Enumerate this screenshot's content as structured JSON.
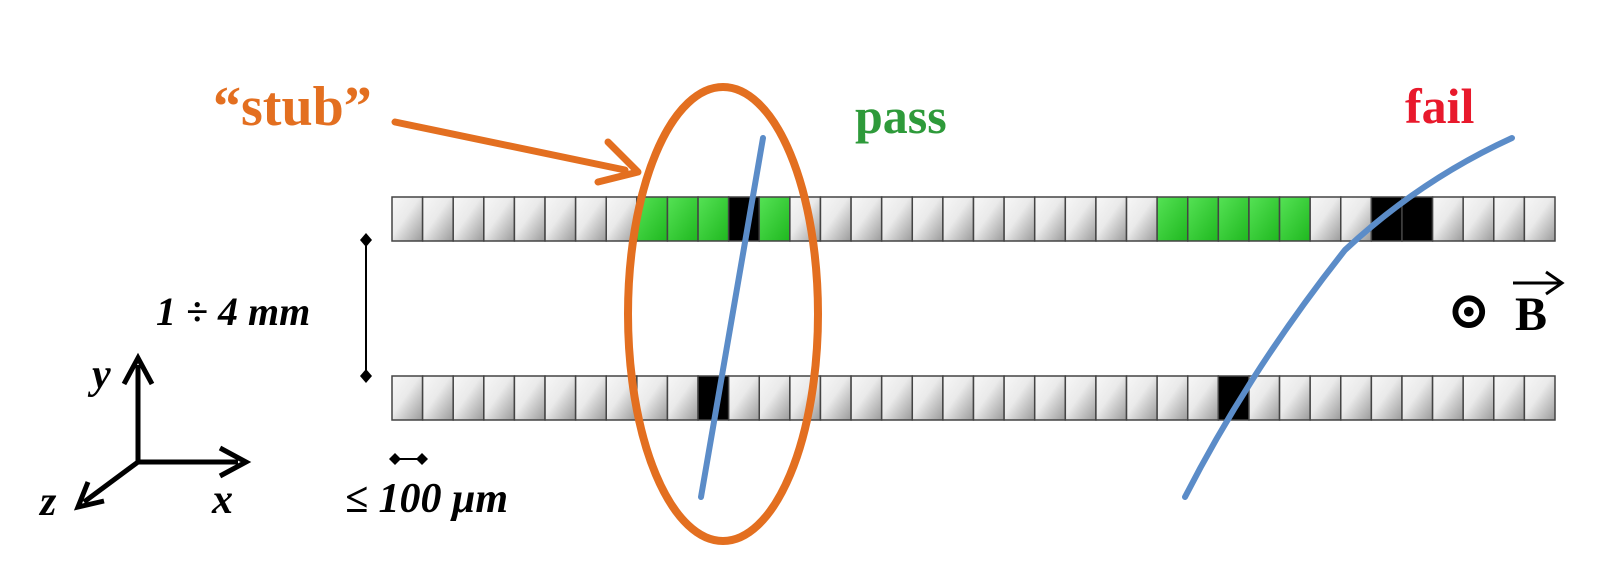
{
  "labels": {
    "stub": "“stub”",
    "pass": "pass",
    "fail": "fail",
    "separation": "1 ÷ 4 mm",
    "pitch": "≤ 100 μm",
    "axis_y": "y",
    "axis_x": "x",
    "axis_z": "z",
    "field_symbol": "⊙",
    "field_letter": "B"
  },
  "colors": {
    "stub": "#E36F20",
    "pass": "#2E9A3A",
    "fail": "#E8192C",
    "track": "#5B8CC8",
    "hit": "#000000",
    "window": "#3FD63F",
    "strip_edge": "#444444"
  },
  "sensor": {
    "strip_count": 38,
    "top_window_strips": [
      8,
      9,
      10,
      11,
      12,
      25,
      26,
      27,
      28,
      29
    ],
    "top_hit_strips": [
      11,
      32,
      33
    ],
    "bottom_hit_strips": [
      10,
      27
    ]
  }
}
